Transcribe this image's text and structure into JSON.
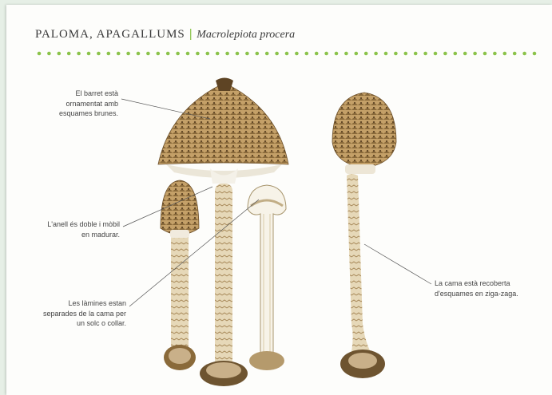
{
  "header": {
    "common_name": "PALOMA, APAGALLUMS",
    "separator": "|",
    "latin_name": "Macrolepiota procera"
  },
  "annotations": {
    "cap": "El barret està ornamentat amb esquames brunes.",
    "ring": "L'anell és doble i mòbil en madurar.",
    "gills": "Les làmines estan separades de la cama per un solc o collar.",
    "stem": "La cama està recoberta d'esquames en ziga-zaga."
  },
  "colors": {
    "accent_green": "#8bc34a",
    "cap_brown": "#8a6a3a",
    "stem_cream": "#e8dcc0"
  }
}
